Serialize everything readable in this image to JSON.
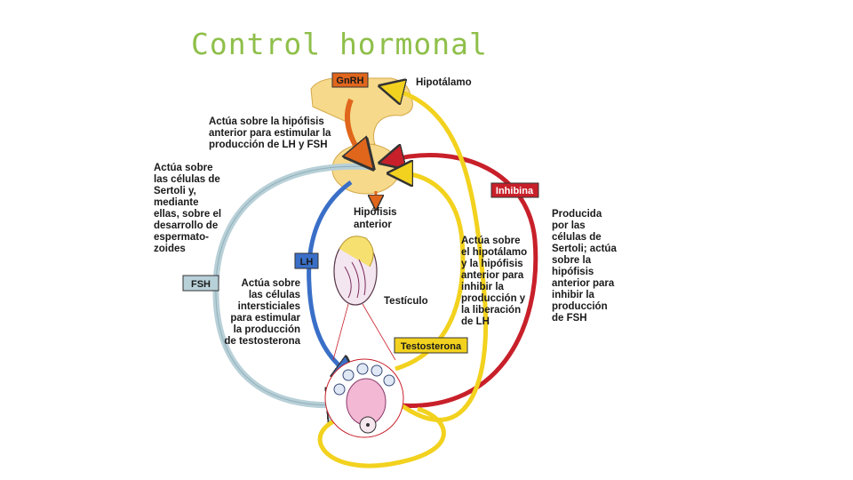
{
  "slide": {
    "title": "Control hormonal"
  },
  "diagram": {
    "tags": {
      "gnrh": "GnRH",
      "inhibina": "Inhibina",
      "lh": "LH",
      "fsh": "FSH",
      "testosterona": "Testosterona"
    },
    "labels": {
      "hipotalamo": "Hipotálamo",
      "hipofisis": [
        "Hipófisis",
        "anterior"
      ],
      "testiculo": "Testículo",
      "gnrh_action": [
        "Actúa sobre la hipófisis",
        "anterior para estimular la",
        "producción de LH y FSH"
      ],
      "fsh_action": [
        "Actúa sobre",
        "las células de",
        "Sertoli y,",
        "mediante",
        "ellas, sobre el",
        "desarrollo de",
        "espermato-",
        "zoides"
      ],
      "lh_action": [
        "Actúa sobre",
        "las células",
        "intersticiales",
        "para estimular",
        "la producción",
        "de testosterona"
      ],
      "testosterona_action": [
        "Actúa sobre",
        "el hipotálamo",
        "y la hipófisis",
        "anterior para",
        "inhibir la",
        "producción y",
        "la liberación",
        "de LH"
      ],
      "inhibina_action": [
        "Producida",
        "por las",
        "células de",
        "Sertoli; actúa",
        "sobre la",
        "hipófisis",
        "anterior para",
        "inhibir la",
        "producción",
        "de FSH"
      ]
    },
    "colors": {
      "gnrh": "#e0661c",
      "inhibina": "#c8202a",
      "lh": "#3a6fc8",
      "fsh": "#b8d0d8",
      "testosterona": "#f2d21e",
      "gland": "#f6d98a",
      "title": "#8fbf4a"
    }
  }
}
